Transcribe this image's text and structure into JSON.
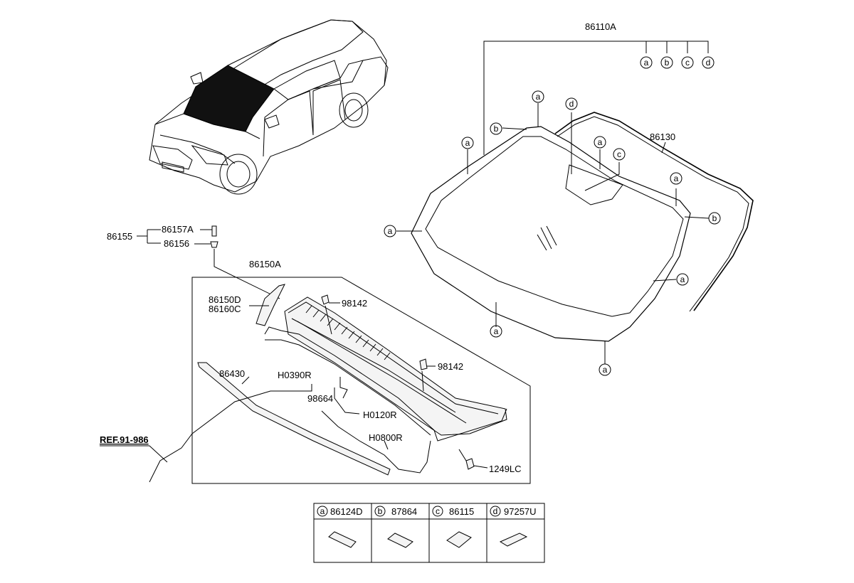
{
  "labels": {
    "assembly_windshield": "86110A",
    "moulding": "86130",
    "bolt_set": "86155",
    "bolt": "86157A",
    "nut": "86156",
    "cowl_assembly": "86150A",
    "cowl_side_right": "86150D",
    "cowl_side_left": "86160C",
    "clip_upper": "98142",
    "clip_lower": "98142",
    "weatherstrip": "86430",
    "hose_h0390r": "H0390R",
    "hose_98664": "98664",
    "hose_h0120r": "H0120R",
    "hose_h0800r": "H0800R",
    "screw": "1249LC",
    "reference": "REF.91-986"
  },
  "callouts": {
    "a": "a",
    "b": "b",
    "c": "c",
    "d": "d"
  },
  "legend": [
    {
      "letter": "a",
      "part": "86124D"
    },
    {
      "letter": "b",
      "part": "87864"
    },
    {
      "letter": "c",
      "part": "86115"
    },
    {
      "letter": "d",
      "part": "97257U"
    }
  ]
}
